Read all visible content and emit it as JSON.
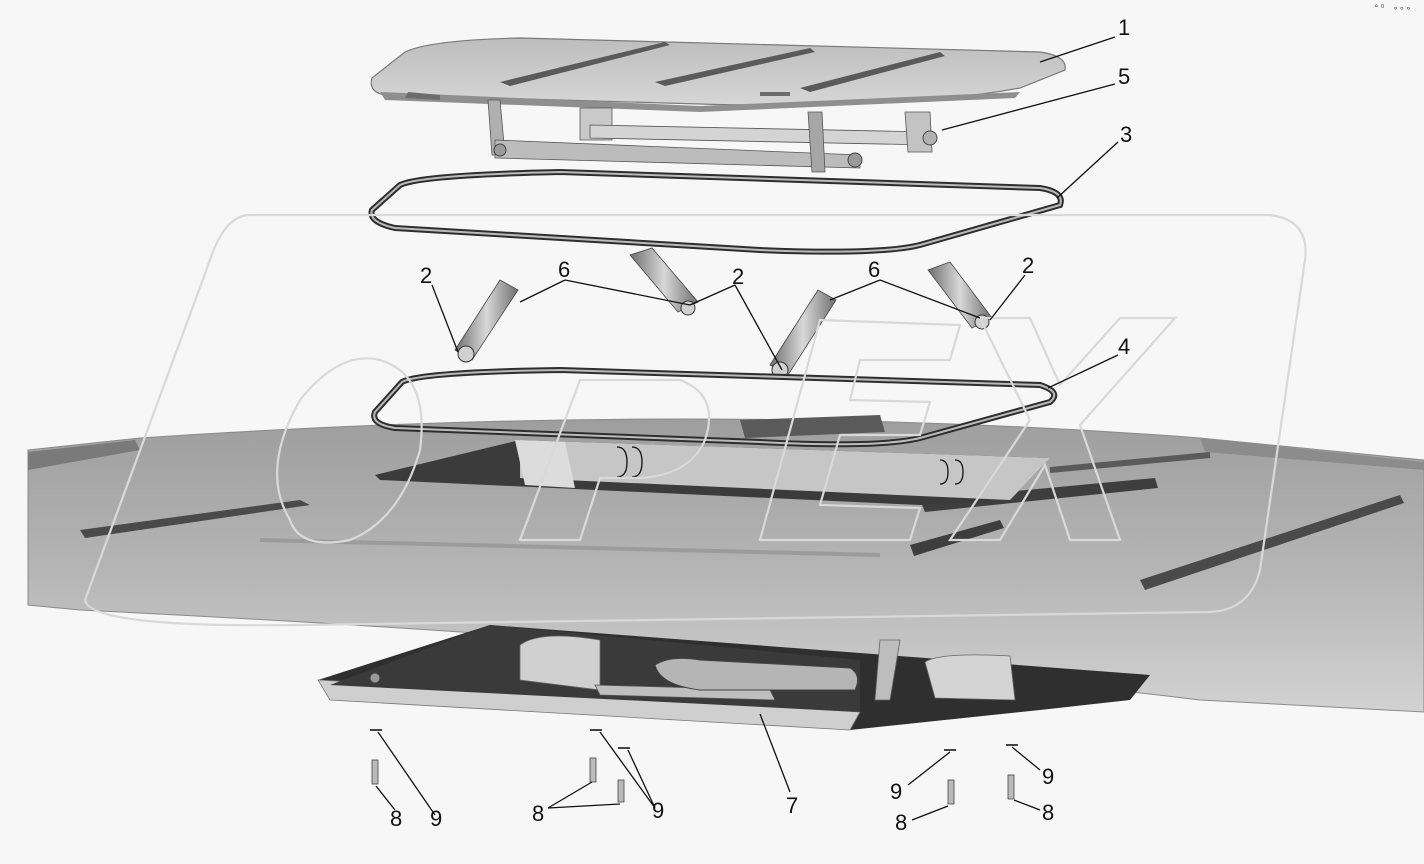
{
  "callouts": [
    {
      "id": "c1",
      "text": "1"
    },
    {
      "id": "c5",
      "text": "5"
    },
    {
      "id": "c3",
      "text": "3"
    },
    {
      "id": "c2a",
      "text": "2"
    },
    {
      "id": "c6a",
      "text": "6"
    },
    {
      "id": "c2b",
      "text": "2"
    },
    {
      "id": "c6b",
      "text": "6"
    },
    {
      "id": "c2c",
      "text": "2"
    },
    {
      "id": "c4",
      "text": "4"
    },
    {
      "id": "c7",
      "text": "7"
    },
    {
      "id": "c8a",
      "text": "8"
    },
    {
      "id": "c9a",
      "text": "9"
    },
    {
      "id": "c8b",
      "text": "8"
    },
    {
      "id": "c9b",
      "text": "9"
    },
    {
      "id": "c9c",
      "text": "9"
    },
    {
      "id": "c9d",
      "text": "9"
    },
    {
      "id": "c8c",
      "text": "8"
    },
    {
      "id": "c8d",
      "text": "8"
    }
  ],
  "corner_mark": "°ᴼ ∘∘∘",
  "colors": {
    "background": "#f7f7f7",
    "part_light": "#c9c9c9",
    "part_mid": "#a8a8a8",
    "part_dark": "#3c3c3c",
    "line": "#111111"
  }
}
